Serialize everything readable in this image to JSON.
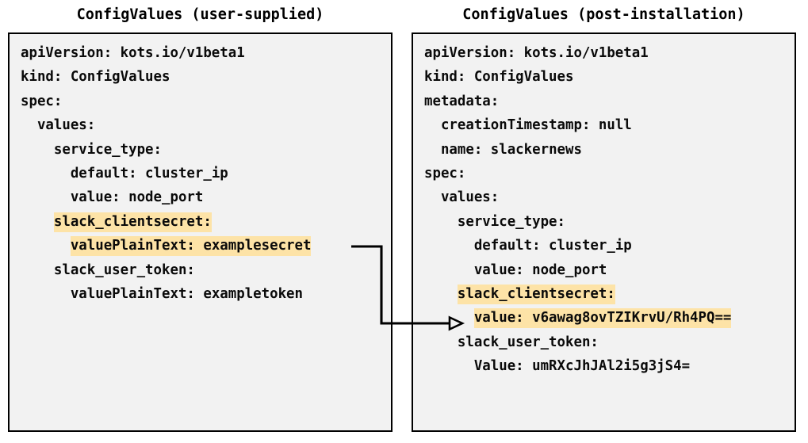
{
  "panels": {
    "left": {
      "title": "ConfigValues (user-supplied)",
      "lines": [
        {
          "text": "apiVersion: kots.io/v1beta1",
          "highlight": false
        },
        {
          "text": "kind: ConfigValues",
          "highlight": false
        },
        {
          "text": "spec:",
          "highlight": false
        },
        {
          "text": "  values:",
          "highlight": false
        },
        {
          "text": "    service_type:",
          "highlight": false
        },
        {
          "text": "      default: cluster_ip",
          "highlight": false
        },
        {
          "text": "      value: node_port",
          "highlight": false
        },
        {
          "text": "    slack_clientsecret:",
          "highlight": true
        },
        {
          "text": "      valuePlainText: examplesecret",
          "highlight": true
        },
        {
          "text": "    slack_user_token:",
          "highlight": false
        },
        {
          "text": "      valuePlainText: exampletoken",
          "highlight": false
        }
      ]
    },
    "right": {
      "title": "ConfigValues (post-installation)",
      "lines": [
        {
          "text": "apiVersion: kots.io/v1beta1",
          "highlight": false
        },
        {
          "text": "kind: ConfigValues",
          "highlight": false
        },
        {
          "text": "metadata:",
          "highlight": false
        },
        {
          "text": "  creationTimestamp: null",
          "highlight": false
        },
        {
          "text": "  name: slackernews",
          "highlight": false
        },
        {
          "text": "spec:",
          "highlight": false
        },
        {
          "text": "  values:",
          "highlight": false
        },
        {
          "text": "    service_type:",
          "highlight": false
        },
        {
          "text": "      default: cluster_ip",
          "highlight": false
        },
        {
          "text": "      value: node_port",
          "highlight": false
        },
        {
          "text": "    slack_clientsecret:",
          "highlight": true
        },
        {
          "text": "      value: v6awag8ovTZIKrvU/Rh4PQ==",
          "highlight": true
        },
        {
          "text": "    slack_user_token:",
          "highlight": false
        },
        {
          "text": "      Value: umRXcJhJAl2i5g3jS4=",
          "highlight": false
        }
      ]
    }
  },
  "connector": {
    "name": "encryption-flow-arrow",
    "from_label": "valuePlainText: examplesecret",
    "to_label": "value: v6awag8ovTZIKrvU/Rh4PQ==",
    "color": "#000000"
  },
  "colors": {
    "highlight": "#fde3a7",
    "panel_background": "#f2f2f2",
    "panel_border": "#000000",
    "page_background": "#ffffff",
    "text": "#0a0a0a"
  }
}
